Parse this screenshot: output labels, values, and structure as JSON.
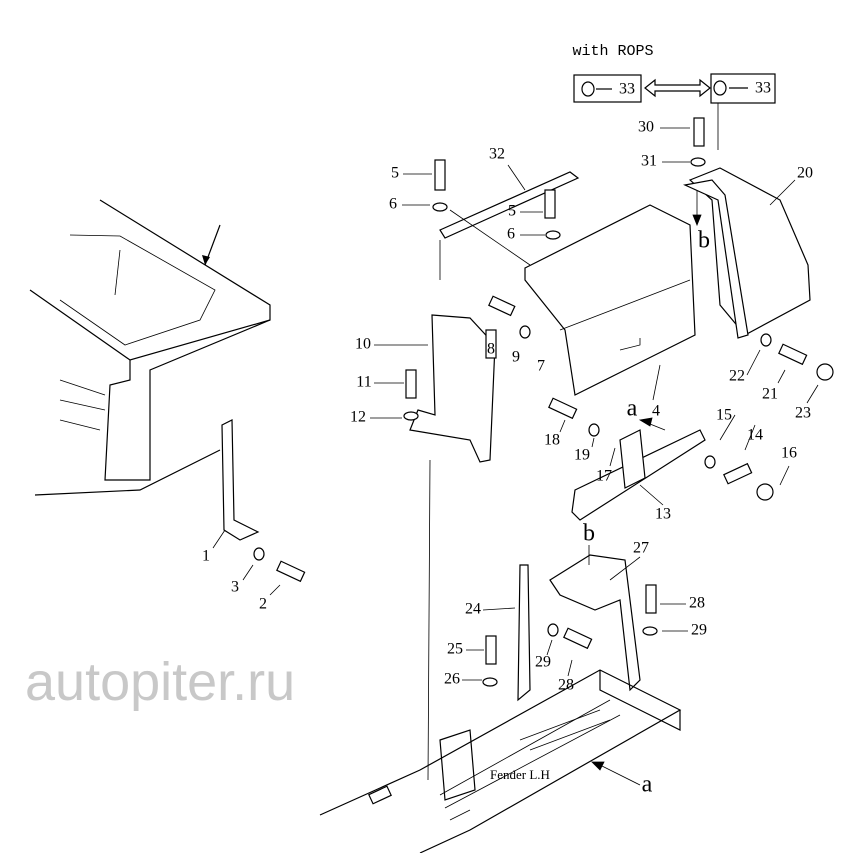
{
  "header": {
    "variant_label": "with ROPS"
  },
  "rops_boxes": [
    {
      "part": "33"
    },
    {
      "part": "33"
    }
  ],
  "callouts": [
    "30",
    "31",
    "32",
    "20",
    "5",
    "6",
    "5",
    "6",
    "b",
    "10",
    "8",
    "9",
    "7",
    "11",
    "12",
    "22",
    "21",
    "23",
    "4",
    "a",
    "15",
    "14",
    "18",
    "19",
    "17",
    "16",
    "13",
    "1",
    "3",
    "2",
    "b",
    "27",
    "24",
    "28",
    "29",
    "25",
    "29",
    "28",
    "26",
    "a"
  ],
  "fender_label": "Fender L.H",
  "watermark": "autopiter.ru"
}
